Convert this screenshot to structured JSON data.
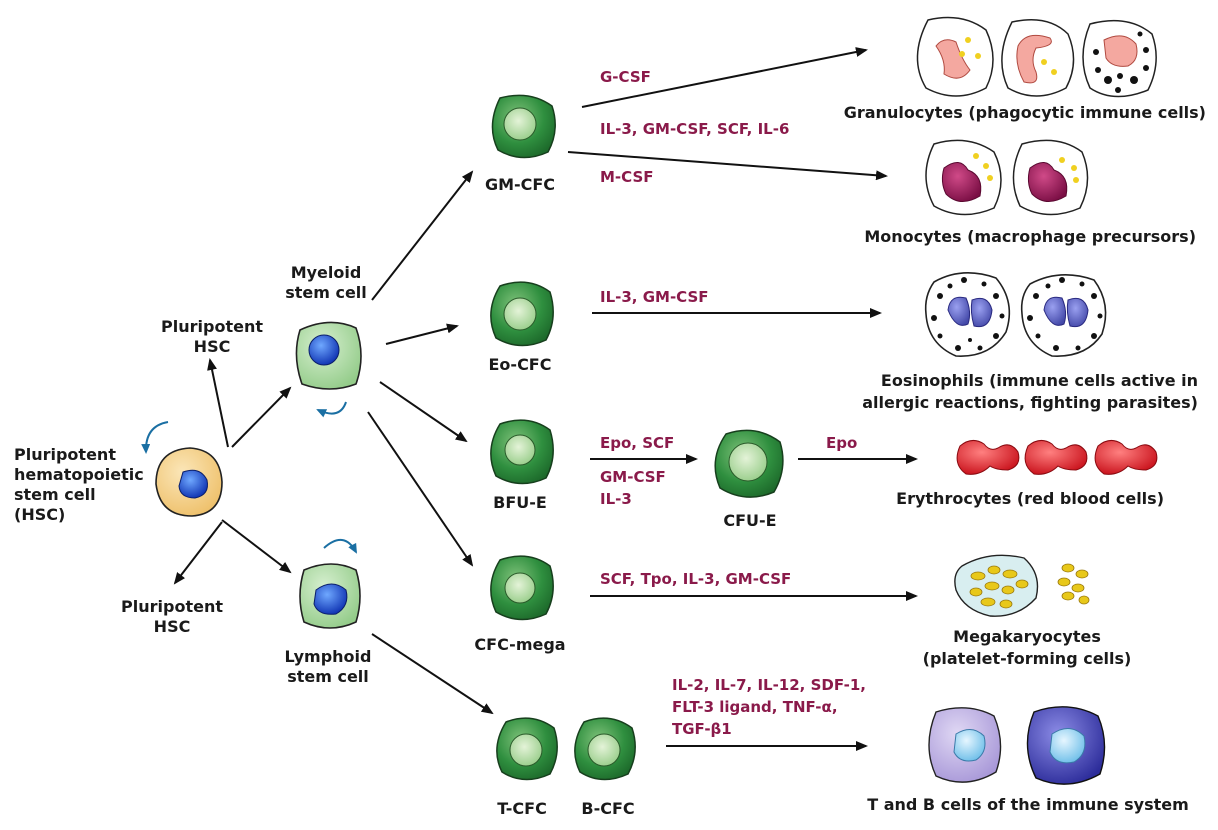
{
  "colors": {
    "progenitor_green": "#2f8f3f",
    "stem_green": "#a8d8a0",
    "hsc_orange": "#f3cf86",
    "nucleus_blue": "#1a4fd0",
    "cytokine_text": "#8a1a4a",
    "renewal_arrow": "#1a6fa3",
    "erythrocyte_red": "#d8141c",
    "platelet_yellow": "#e8c81a",
    "eosinophil_nucleus": "#5a5fc0",
    "monocyte_nucleus": "#8a1050",
    "granulocyte_nucleus": "#f4a8a0"
  },
  "hsc": {
    "label_lines": [
      "Pluripotent",
      "hematopoietic",
      "stem cell",
      "(HSC)"
    ],
    "upper_branch_lines": [
      "Pluripotent",
      "HSC"
    ],
    "lower_branch_lines": [
      "Pluripotent",
      "HSC"
    ]
  },
  "myeloid": {
    "label_lines": [
      "Myeloid",
      "stem cell"
    ]
  },
  "lymphoid": {
    "label_lines": [
      "Lymphoid",
      "stem cell"
    ]
  },
  "progenitors": {
    "gm_cfc": "GM-CFC",
    "eo_cfc": "Eo-CFC",
    "bfu_e": "BFU-E",
    "cfu_e": "CFU-E",
    "cfc_mega": "CFC-mega",
    "t_cfc": "T-CFC",
    "b_cfc": "B-CFC"
  },
  "cytokines": {
    "g_csf": "G-CSF",
    "il3_gmcsf_scf_il6": "IL-3, GM-CSF, SCF, IL-6",
    "m_csf": "M-CSF",
    "eo": "IL-3, GM-CSF",
    "bfu_e_line1": "Epo, SCF",
    "bfu_e_line2": "GM-CSF",
    "bfu_e_line3": "IL-3",
    "cfu_e": "Epo",
    "mega": "SCF, Tpo, IL-3, GM-CSF",
    "lymph_line1": "IL-2, IL-7, IL-12, SDF-1,",
    "lymph_line2": "FLT-3 ligand, TNF-α,",
    "lymph_line3": "TGF-β1"
  },
  "mature_cells": {
    "granulocytes": "Granulocytes (phagocytic immune cells)",
    "monocytes": "Monocytes (macrophage precursors)",
    "eosinophils_line1": "Eosinophils (immune cells active in",
    "eosinophils_line2": "allergic reactions, fighting parasites)",
    "erythrocytes": "Erythrocytes (red blood cells)",
    "megakaryocytes_line1": "Megakaryocytes",
    "megakaryocytes_line2": "(platelet-forming cells)",
    "t_b_cells": "T and B cells of the immune system"
  }
}
